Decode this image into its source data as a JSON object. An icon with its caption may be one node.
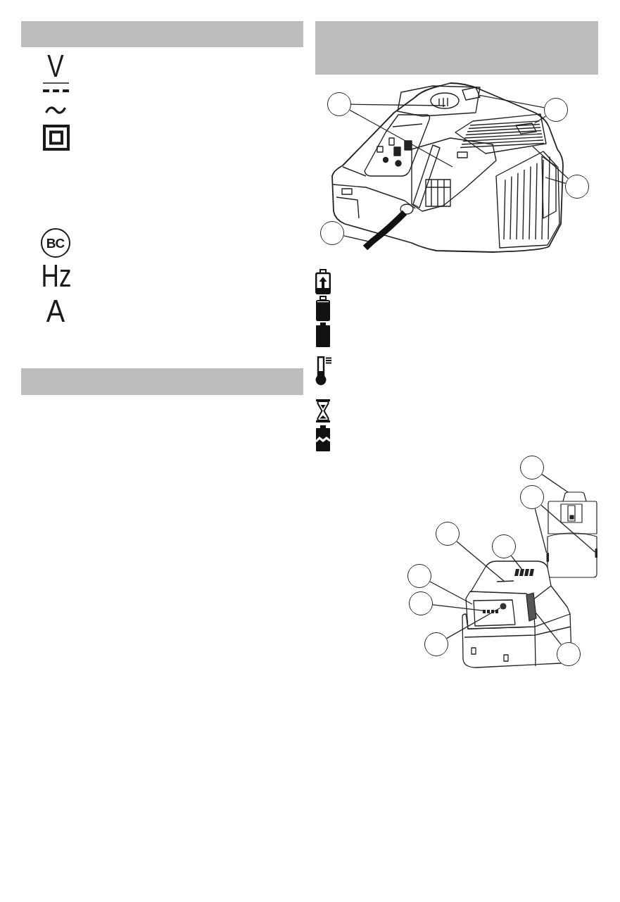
{
  "diagram": {
    "nodes": [
      {
        "text": [],
        "shape": "circle"
      },
      {
        "text": [],
        "shape": "circle"
      },
      {
        "text": [],
        "shape": "circle"
      },
      {
        "text": [],
        "shape": "circle"
      },
      {
        "text": [],
        "shape": "circle"
      },
      {
        "text": [],
        "shape": "circle"
      },
      {
        "text": [],
        "shape": "circle"
      },
      {
        "text": [],
        "shape": "circle"
      },
      {
        "text": [],
        "shape": "circle"
      },
      {
        "text": [],
        "shape": "circle"
      },
      {
        "text": [],
        "shape": "circle"
      },
      {
        "text": [],
        "shape": "circle"
      },
      {
        "text": [],
        "shape": "picture"
      },
      {
        "text": [],
        "shape": "picture"
      },
      {
        "text": [],
        "shape": "picture"
      },
      {
        "text": [],
        "shape": "bar"
      },
      {
        "text": [],
        "shape": "bar"
      },
      {
        "text": [],
        "shape": "picture"
      },
      {
        "text": [],
        "shape": "picture"
      },
      {
        "text": [],
        "shape": "circle"
      },
      {
        "text": [],
        "shape": "picture"
      }
    ],
    "edges": [
      {
        "from": 0,
        "to": null,
        "arrow": "none"
      },
      {
        "from": 0,
        "to": null,
        "arrow": "none"
      },
      {
        "from": 1,
        "to": 12,
        "arrow": "none"
      },
      {
        "from": 1,
        "to": 13,
        "arrow": "none"
      },
      {
        "from": 2,
        "to": null,
        "arrow": "none"
      },
      {
        "from": 2,
        "to": null,
        "arrow": "none"
      },
      {
        "from": 3,
        "to": null,
        "arrow": "none"
      },
      {
        "from": 4,
        "to": 14,
        "arrow": "none"
      },
      {
        "from": 5,
        "to": 15,
        "arrow": "none"
      },
      {
        "from": 5,
        "to": 16,
        "arrow": "none"
      },
      {
        "from": 6,
        "to": null,
        "arrow": "none"
      },
      {
        "from": 7,
        "to": 17,
        "arrow": "none"
      },
      {
        "from": 8,
        "to": null,
        "arrow": "none"
      },
      {
        "from": 9,
        "to": 18,
        "arrow": "none"
      },
      {
        "from": 10,
        "to": 19,
        "arrow": "none"
      },
      {
        "from": 11,
        "to": 20,
        "arrow": "none"
      }
    ],
    "labels": [
      "V",
      "BC",
      "Hz",
      "A"
    ]
  }
}
